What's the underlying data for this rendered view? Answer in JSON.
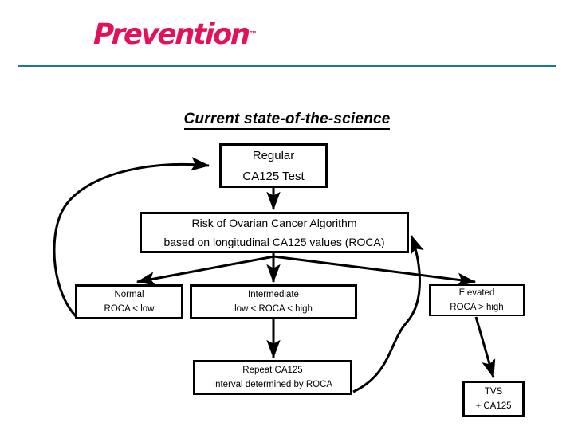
{
  "header": {
    "brand": "Prevention",
    "brand_trademark": "™",
    "brand_color": "#E3115B",
    "rule_color": "#1B7B8C"
  },
  "title": "Current state-of-the-science",
  "diagram": {
    "type": "flowchart",
    "nodes": [
      {
        "id": "regular",
        "line1": "Regular",
        "line2": "CA125 Test"
      },
      {
        "id": "roca",
        "line1": "Risk of Ovarian Cancer Algorithm",
        "line2": "based on longitudinal CA125 values (ROCA)"
      },
      {
        "id": "normal",
        "line1": "Normal",
        "line2": "ROCA < low"
      },
      {
        "id": "intermediate",
        "line1": "Intermediate",
        "line2": "low <  ROCA < high"
      },
      {
        "id": "elevated",
        "line1": "Elevated",
        "line2": "ROCA > high"
      },
      {
        "id": "repeat",
        "line1": "Repeat CA125",
        "line2": "Interval determined by ROCA"
      },
      {
        "id": "tvs",
        "line1": "TVS",
        "line2": "+ CA125"
      }
    ],
    "edges": [
      {
        "from": "regular",
        "to": "roca",
        "style": "straight"
      },
      {
        "from": "roca",
        "to": "normal",
        "style": "diagonal"
      },
      {
        "from": "roca",
        "to": "intermediate",
        "style": "straight"
      },
      {
        "from": "roca",
        "to": "elevated",
        "style": "diagonal"
      },
      {
        "from": "intermediate",
        "to": "repeat",
        "style": "straight"
      },
      {
        "from": "elevated",
        "to": "tvs",
        "style": "diagonal"
      },
      {
        "from": "normal",
        "to": "regular",
        "style": "curved-loop-left"
      },
      {
        "from": "repeat",
        "to": "roca",
        "style": "curved-loop-right"
      }
    ],
    "line_color": "#000000"
  }
}
